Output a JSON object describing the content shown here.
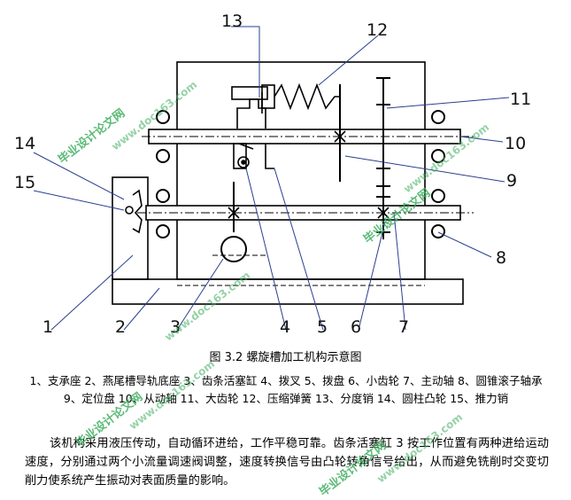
{
  "figure": {
    "part_numbers": [
      "1",
      "2",
      "3",
      "4",
      "5",
      "6",
      "7",
      "8",
      "9",
      "10",
      "11",
      "12",
      "13",
      "14",
      "15"
    ],
    "caption": "图 3.2 螺旋槽加工机构示意图",
    "legend": "1、支承座 2、燕尾槽导轨底座 3、齿条活塞缸 4、拨叉 5、拨盘 6、小齿轮 7、主动轴 8、圆锥滚子轴承 9、定位盘 10、从动轴 11、大齿轮 12、压缩弹簧 13、分度销 14、圆柱凸轮 15、推力销"
  },
  "body_text": "该机构采用液压传动，自动循环进给，工作平稳可靠。齿条活塞缸 3 按工作位置有两种进给运动速度，分别通过两个小流量调速阀调整，速度转换信号由凸轮转角信号给出，从而避免铣削时交变切削力使系统产生振动对表面质量的影响。",
  "watermarks": [
    "毕业设计论文网",
    "www.doc163.com"
  ],
  "colors": {
    "line": "#000000",
    "leader": "#2a3f8f",
    "watermark": "#3fae5f"
  }
}
